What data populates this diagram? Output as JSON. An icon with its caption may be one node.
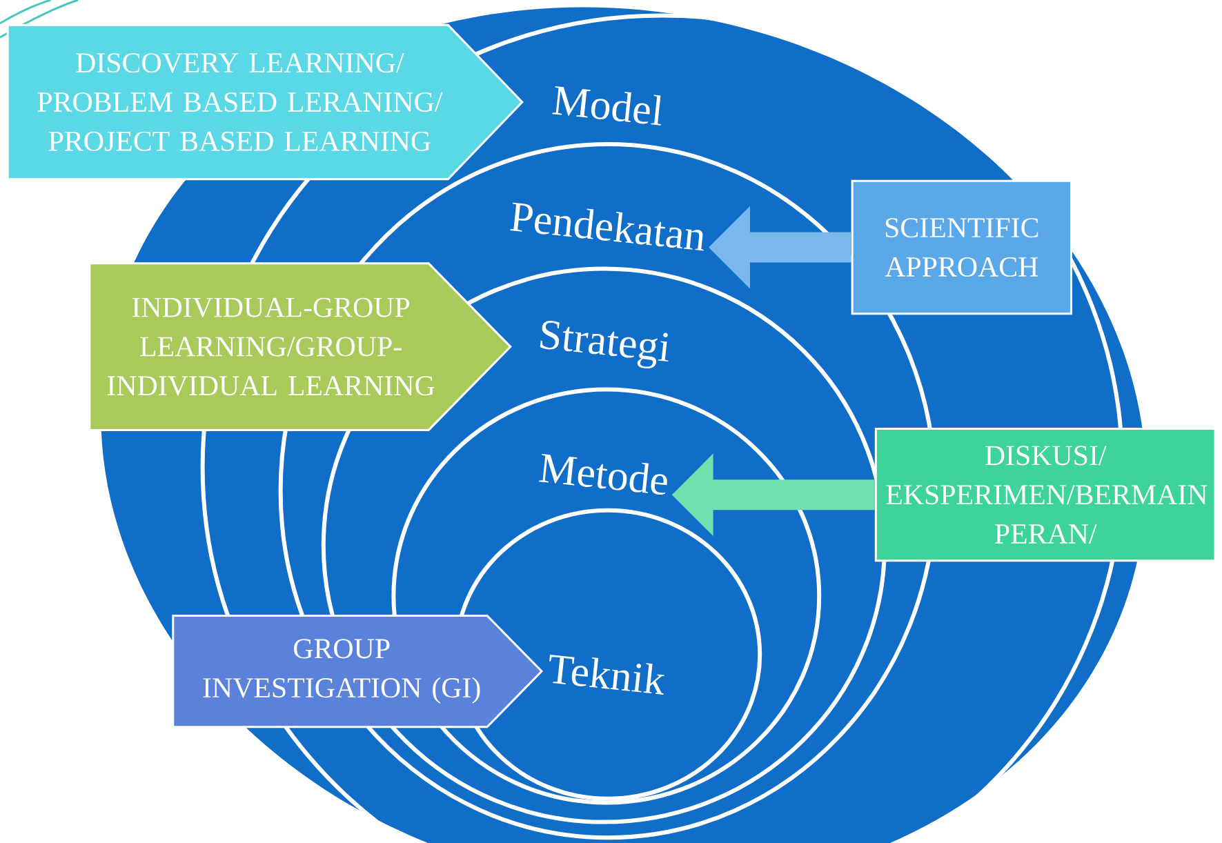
{
  "diagram": {
    "nodes": [
      {
        "text": [
          "Model"
        ]
      },
      {
        "text": [
          "Pendekatan"
        ]
      },
      {
        "text": [
          "Strategi"
        ]
      },
      {
        "text": [
          "Metode"
        ]
      },
      {
        "text": [
          "Teknik"
        ]
      },
      {
        "text": [
          "DISCOVERY LEARNING/ PROBLEM BASED LERANING/ PROJECT BASED LEARNING"
        ]
      },
      {
        "text": [
          "SCIENTIFIC APPROACH"
        ]
      },
      {
        "text": [
          "INDIVIDUAL-GROUP LEARNING/GROUP-INDIVIDUAL LEARNING"
        ]
      },
      {
        "text": [
          "DISKUSI/ EKSPERIMEN/BERMAIN PERAN/"
        ]
      },
      {
        "text": [
          "GROUP INVESTIGATION (GI)"
        ]
      }
    ],
    "edges": [
      {
        "from": 6,
        "to": 1,
        "arrow": "to",
        "color": "#7ab8ee"
      },
      {
        "from": 8,
        "to": 3,
        "arrow": "to",
        "color": "#6ee0b0"
      }
    ]
  }
}
